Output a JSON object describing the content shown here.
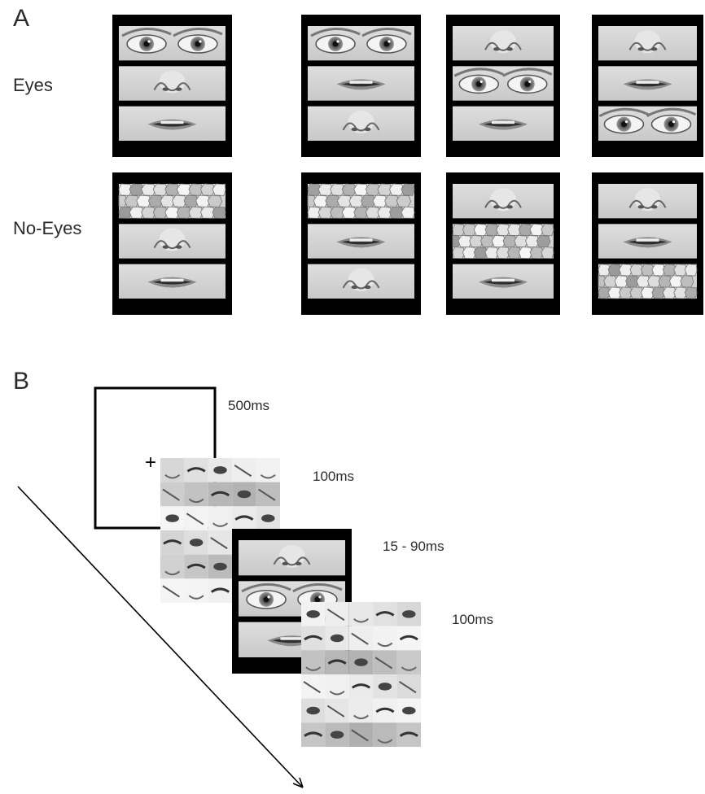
{
  "panel_a": {
    "label": "A",
    "rows": [
      {
        "label": "Eyes",
        "stimuli": [
          [
            "eyes",
            "nose",
            "mouth"
          ],
          [
            "eyes",
            "mouth",
            "nose"
          ],
          [
            "nose",
            "eyes",
            "mouth"
          ],
          [
            "nose",
            "mouth",
            "eyes"
          ]
        ]
      },
      {
        "label": "No-Eyes",
        "stimuli": [
          [
            "mosaic",
            "nose",
            "mouth"
          ],
          [
            "mosaic",
            "mouth",
            "nose"
          ],
          [
            "nose",
            "mosaic",
            "mouth"
          ],
          [
            "nose",
            "mouth",
            "mosaic"
          ]
        ]
      }
    ]
  },
  "panel_b": {
    "label": "B",
    "fixation_symbol": "+",
    "sequence": [
      {
        "stimulus": "fixation frame",
        "duration": "500ms"
      },
      {
        "stimulus": "scrambled mask",
        "duration": "100ms"
      },
      {
        "stimulus": "face (nose, eyes, mouth)",
        "duration": "15 - 90ms"
      },
      {
        "stimulus": "scrambled mask",
        "duration": "100ms"
      }
    ]
  }
}
